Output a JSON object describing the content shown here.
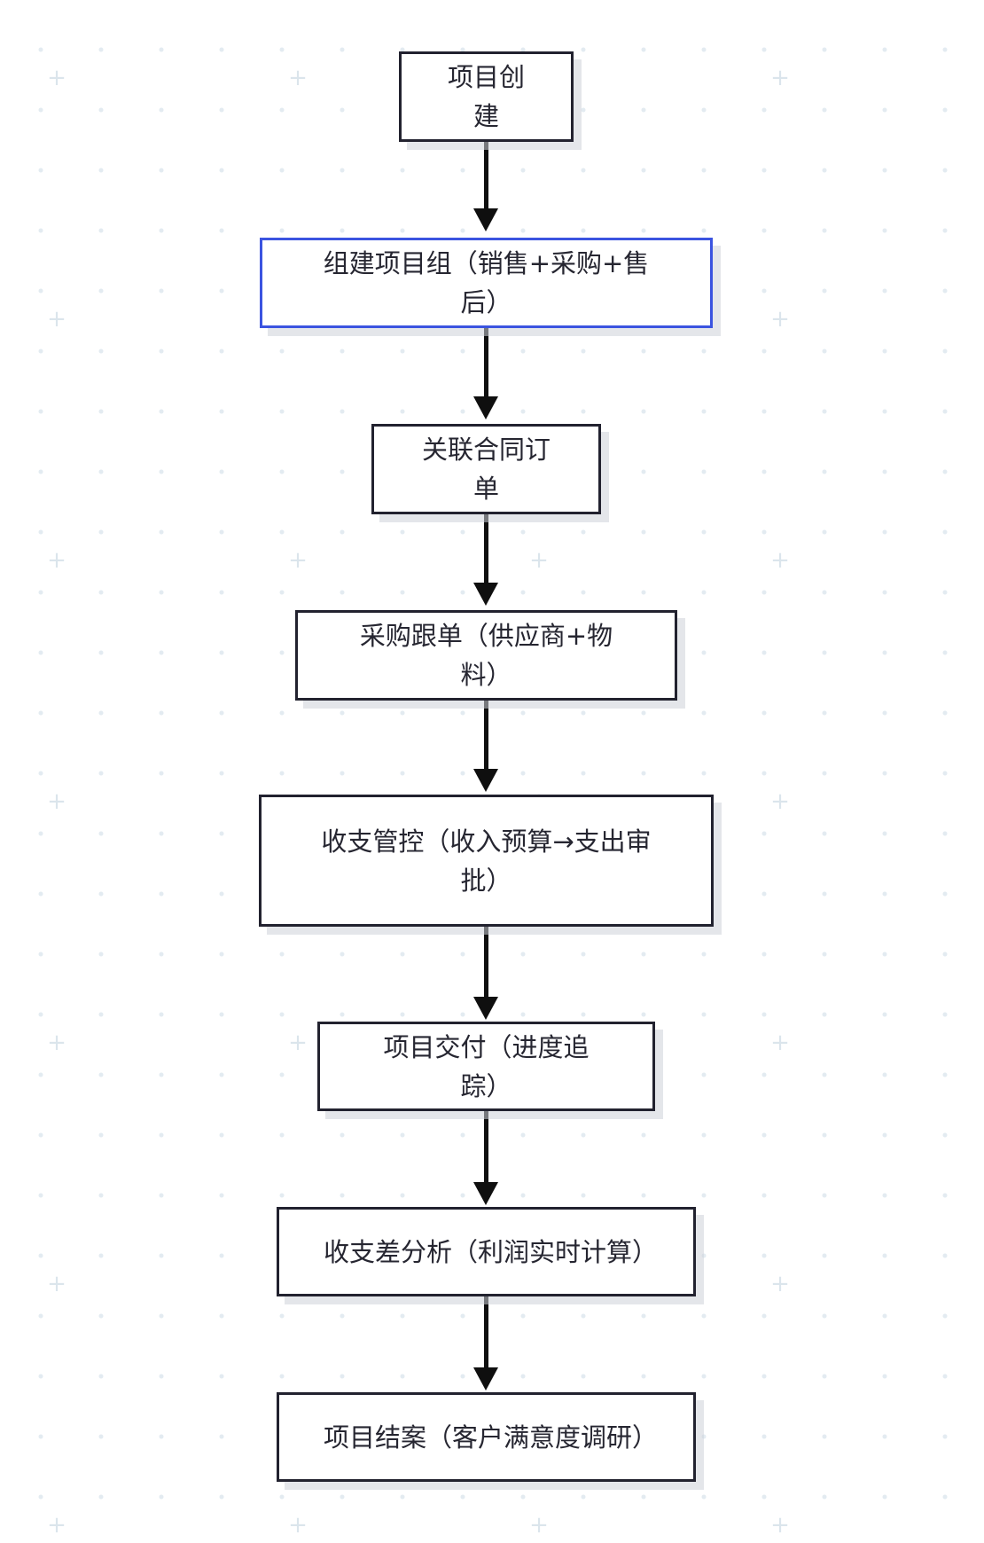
{
  "diagram": {
    "nodes": [
      {
        "id": "n1",
        "label": "项目创建"
      },
      {
        "id": "n2",
        "label": "组建项目组（销售+采购+售后）",
        "selected": true
      },
      {
        "id": "n3",
        "label": "关联合同订单"
      },
      {
        "id": "n4",
        "label": "采购跟单（供应商+物料）"
      },
      {
        "id": "n5",
        "label": "收支管控（收入预算→支出审批）"
      },
      {
        "id": "n6",
        "label": "项目交付（进度追踪）"
      },
      {
        "id": "n7",
        "label": "收支差分析（利润实时计算）"
      },
      {
        "id": "n8",
        "label": "项目结案（客户满意度调研）"
      }
    ],
    "edges": [
      {
        "from": "n1",
        "to": "n2"
      },
      {
        "from": "n2",
        "to": "n3"
      },
      {
        "from": "n3",
        "to": "n4"
      },
      {
        "from": "n4",
        "to": "n5"
      },
      {
        "from": "n5",
        "to": "n6"
      },
      {
        "from": "n6",
        "to": "n7"
      },
      {
        "from": "n7",
        "to": "n8"
      }
    ]
  },
  "colors": {
    "node_border": "#22222f",
    "selected_border": "#3b54e0",
    "edge": "#0f0f0f",
    "background_dot": "#e3ebf1"
  }
}
